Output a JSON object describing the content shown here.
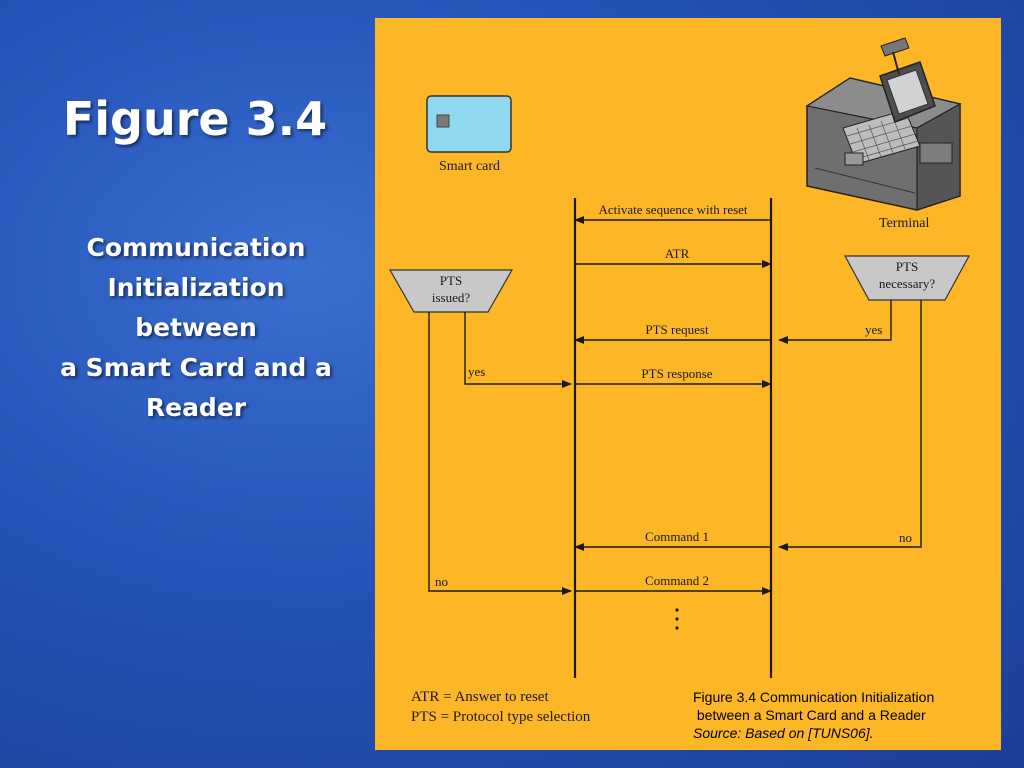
{
  "slide": {
    "title": "Figure 3.4",
    "subtitle_lines": [
      "Communication",
      "Initialization",
      "between",
      "a Smart Card and a",
      "Reader"
    ]
  },
  "diagram": {
    "labels": {
      "smart_card": "Smart card",
      "terminal": "Terminal",
      "pts_issued_line1": "PTS",
      "pts_issued_line2": "issued?",
      "pts_necessary_line1": "PTS",
      "pts_necessary_line2": "necessary?",
      "yes_left": "yes",
      "yes_right": "yes",
      "no_left": "no",
      "no_right": "no"
    },
    "messages": {
      "activate": "Activate sequence with reset",
      "atr": "ATR",
      "pts_request": "PTS request",
      "pts_response": "PTS response",
      "command1": "Command 1",
      "command2": "Command 2"
    },
    "legend": {
      "atr": "ATR = Answer to reset",
      "pts": "PTS = Protocol type selection"
    },
    "caption": {
      "line1": "Figure 3.4 Communication Initialization",
      "line2": " between a Smart Card and a Reader",
      "source": "Source: Based on [TUNS06]."
    }
  },
  "colors": {
    "background_blue": "#2452b8",
    "panel_orange": "#fdb726",
    "card_fill": "#8fd8f0"
  }
}
